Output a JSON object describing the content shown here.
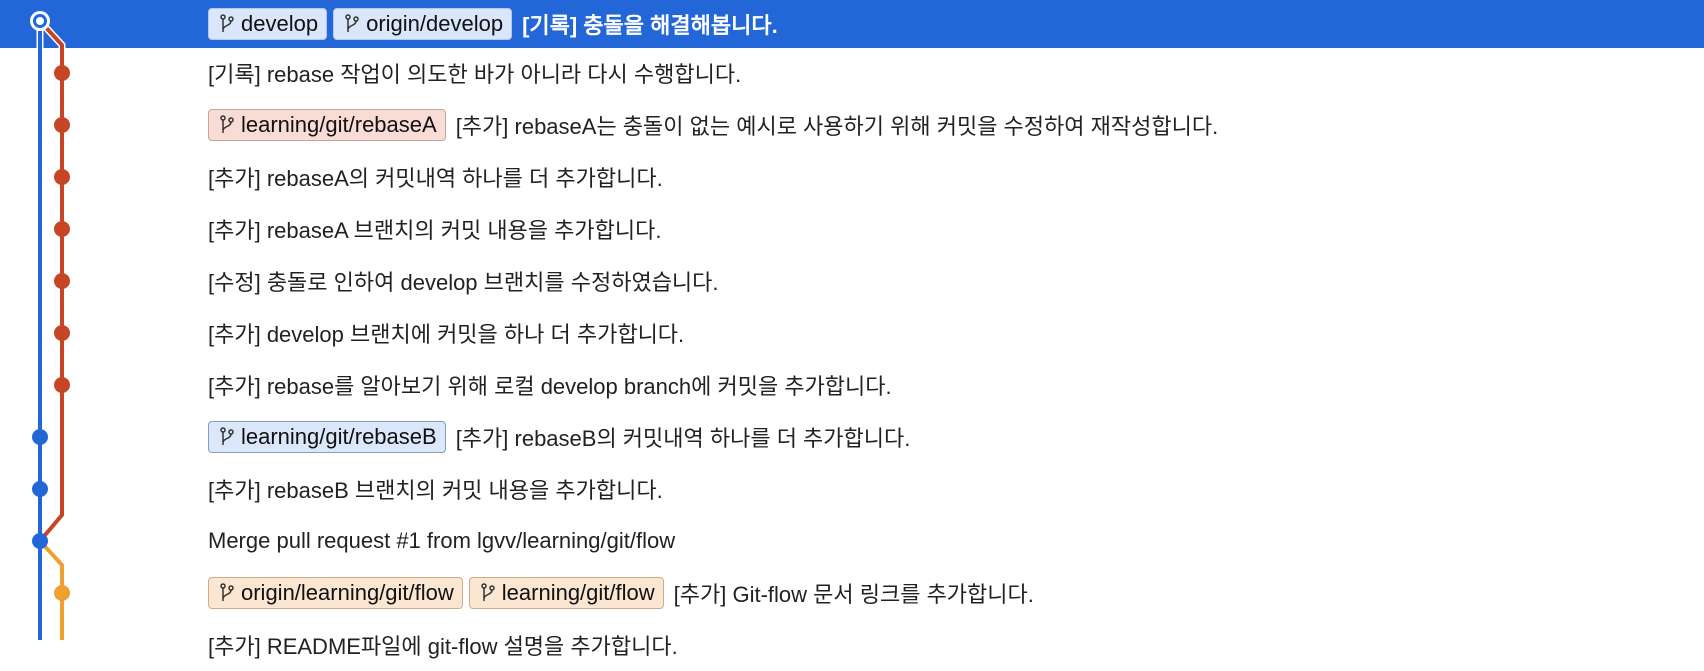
{
  "colors": {
    "selection": "#2266d8",
    "lane_blue": "#2266d8",
    "lane_red": "#c64524",
    "lane_orange": "#f0a030"
  },
  "commits": [
    {
      "id": "c0",
      "selected": true,
      "badges": [
        {
          "name": "develop",
          "style": "sel"
        },
        {
          "name": "origin/develop",
          "style": "sel"
        }
      ],
      "message": "[기록] 충돌을 해결해봅니다."
    },
    {
      "id": "c1",
      "badges": [],
      "message": "[기록] rebase 작업이 의도한 바가 아니라 다시 수행합니다."
    },
    {
      "id": "c2",
      "badges": [
        {
          "name": "learning/git/rebaseA",
          "style": "red"
        }
      ],
      "message": "[추가] rebaseA는 충돌이 없는 예시로 사용하기 위해 커밋을 수정하여 재작성합니다."
    },
    {
      "id": "c3",
      "badges": [],
      "message": "[추가] rebaseA의 커밋내역 하나를 더 추가합니다."
    },
    {
      "id": "c4",
      "badges": [],
      "message": "[추가] rebaseA 브랜치의 커밋 내용을 추가합니다."
    },
    {
      "id": "c5",
      "badges": [],
      "message": "[수정] 충돌로 인하여 develop 브랜치를 수정하였습니다."
    },
    {
      "id": "c6",
      "badges": [],
      "message": "[추가] develop 브랜치에 커밋을 하나 더 추가합니다."
    },
    {
      "id": "c7",
      "badges": [],
      "message": "[추가] rebase를 알아보기 위해 로컬 develop branch에 커밋을 추가합니다."
    },
    {
      "id": "c8",
      "badges": [
        {
          "name": "learning/git/rebaseB",
          "style": "blue"
        }
      ],
      "message": "[추가] rebaseB의 커밋내역 하나를 더 추가합니다."
    },
    {
      "id": "c9",
      "badges": [],
      "message": "[추가] rebaseB 브랜치의 커밋 내용을 추가합니다."
    },
    {
      "id": "c10",
      "badges": [],
      "message": "Merge pull request #1 from lgvv/learning/git/flow"
    },
    {
      "id": "c11",
      "badges": [
        {
          "name": "origin/learning/git/flow",
          "style": "orange"
        },
        {
          "name": "learning/git/flow",
          "style": "orange"
        }
      ],
      "message": "[추가] Git-flow 문서 링크를 추가합니다."
    },
    {
      "id": "c12",
      "badges": [],
      "message": "[추가] README파일에 git-flow 설명을 추가합니다."
    }
  ]
}
